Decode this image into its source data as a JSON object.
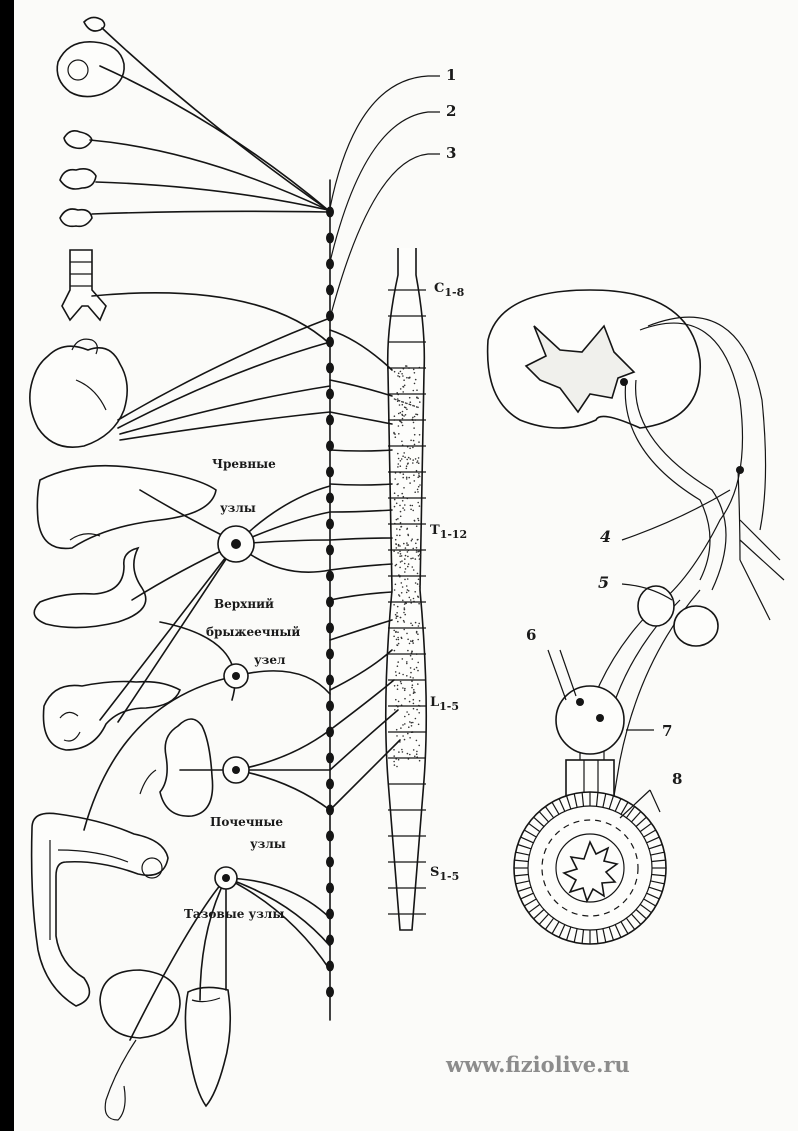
{
  "labels": {
    "numbers": [
      "1",
      "2",
      "3",
      "4",
      "5",
      "6",
      "7",
      "8"
    ],
    "segments": {
      "cervical": {
        "letter": "C",
        "range": "1-8"
      },
      "thoracic": {
        "letter": "T",
        "range": "1-12"
      },
      "lumbar": {
        "letter": "L",
        "range": "1-5"
      },
      "sacral": {
        "letter": "S",
        "range": "1-5"
      }
    },
    "celiac_ganglia": [
      "Чревные",
      "узлы"
    ],
    "superior_mesenteric": [
      "Верхний",
      "брыжеечный",
      "узел"
    ],
    "renal_ganglia": [
      "Почечные",
      "узлы"
    ],
    "pelvic_ganglia": "Тазовые узлы"
  },
  "watermark": "www.fiziolive.ru",
  "colors": {
    "ink": "#151515",
    "paper": "#fbfbf9",
    "frame": "#000000",
    "watermark": "#8c8c8c"
  }
}
